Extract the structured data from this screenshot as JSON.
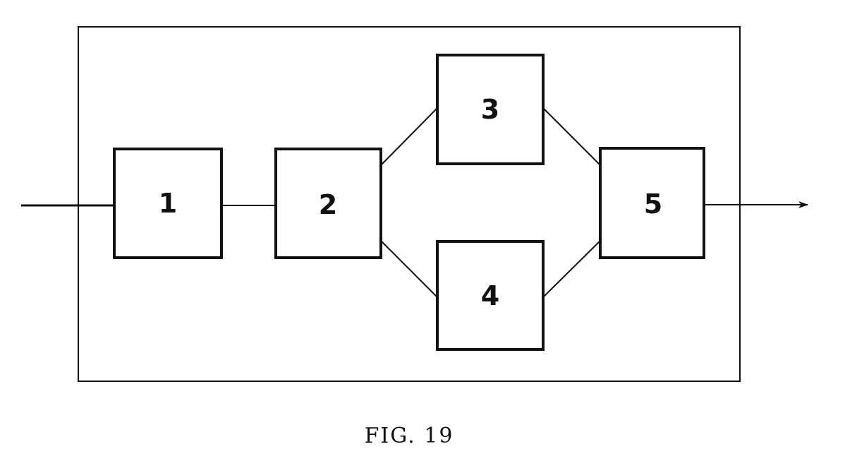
{
  "caption": "FIG. 19",
  "blocks": [
    {
      "id": "1",
      "label": "1"
    },
    {
      "id": "2",
      "label": "2"
    },
    {
      "id": "3",
      "label": "3"
    },
    {
      "id": "4",
      "label": "4"
    },
    {
      "id": "5",
      "label": "5"
    }
  ],
  "connections": [
    {
      "from": "input",
      "to": "1"
    },
    {
      "from": "1",
      "to": "2"
    },
    {
      "from": "2",
      "to": "3"
    },
    {
      "from": "2",
      "to": "4"
    },
    {
      "from": "3",
      "to": "5"
    },
    {
      "from": "4",
      "to": "5"
    },
    {
      "from": "5",
      "to": "output"
    }
  ],
  "colors": {
    "line": "#111111",
    "background": "#ffffff"
  }
}
